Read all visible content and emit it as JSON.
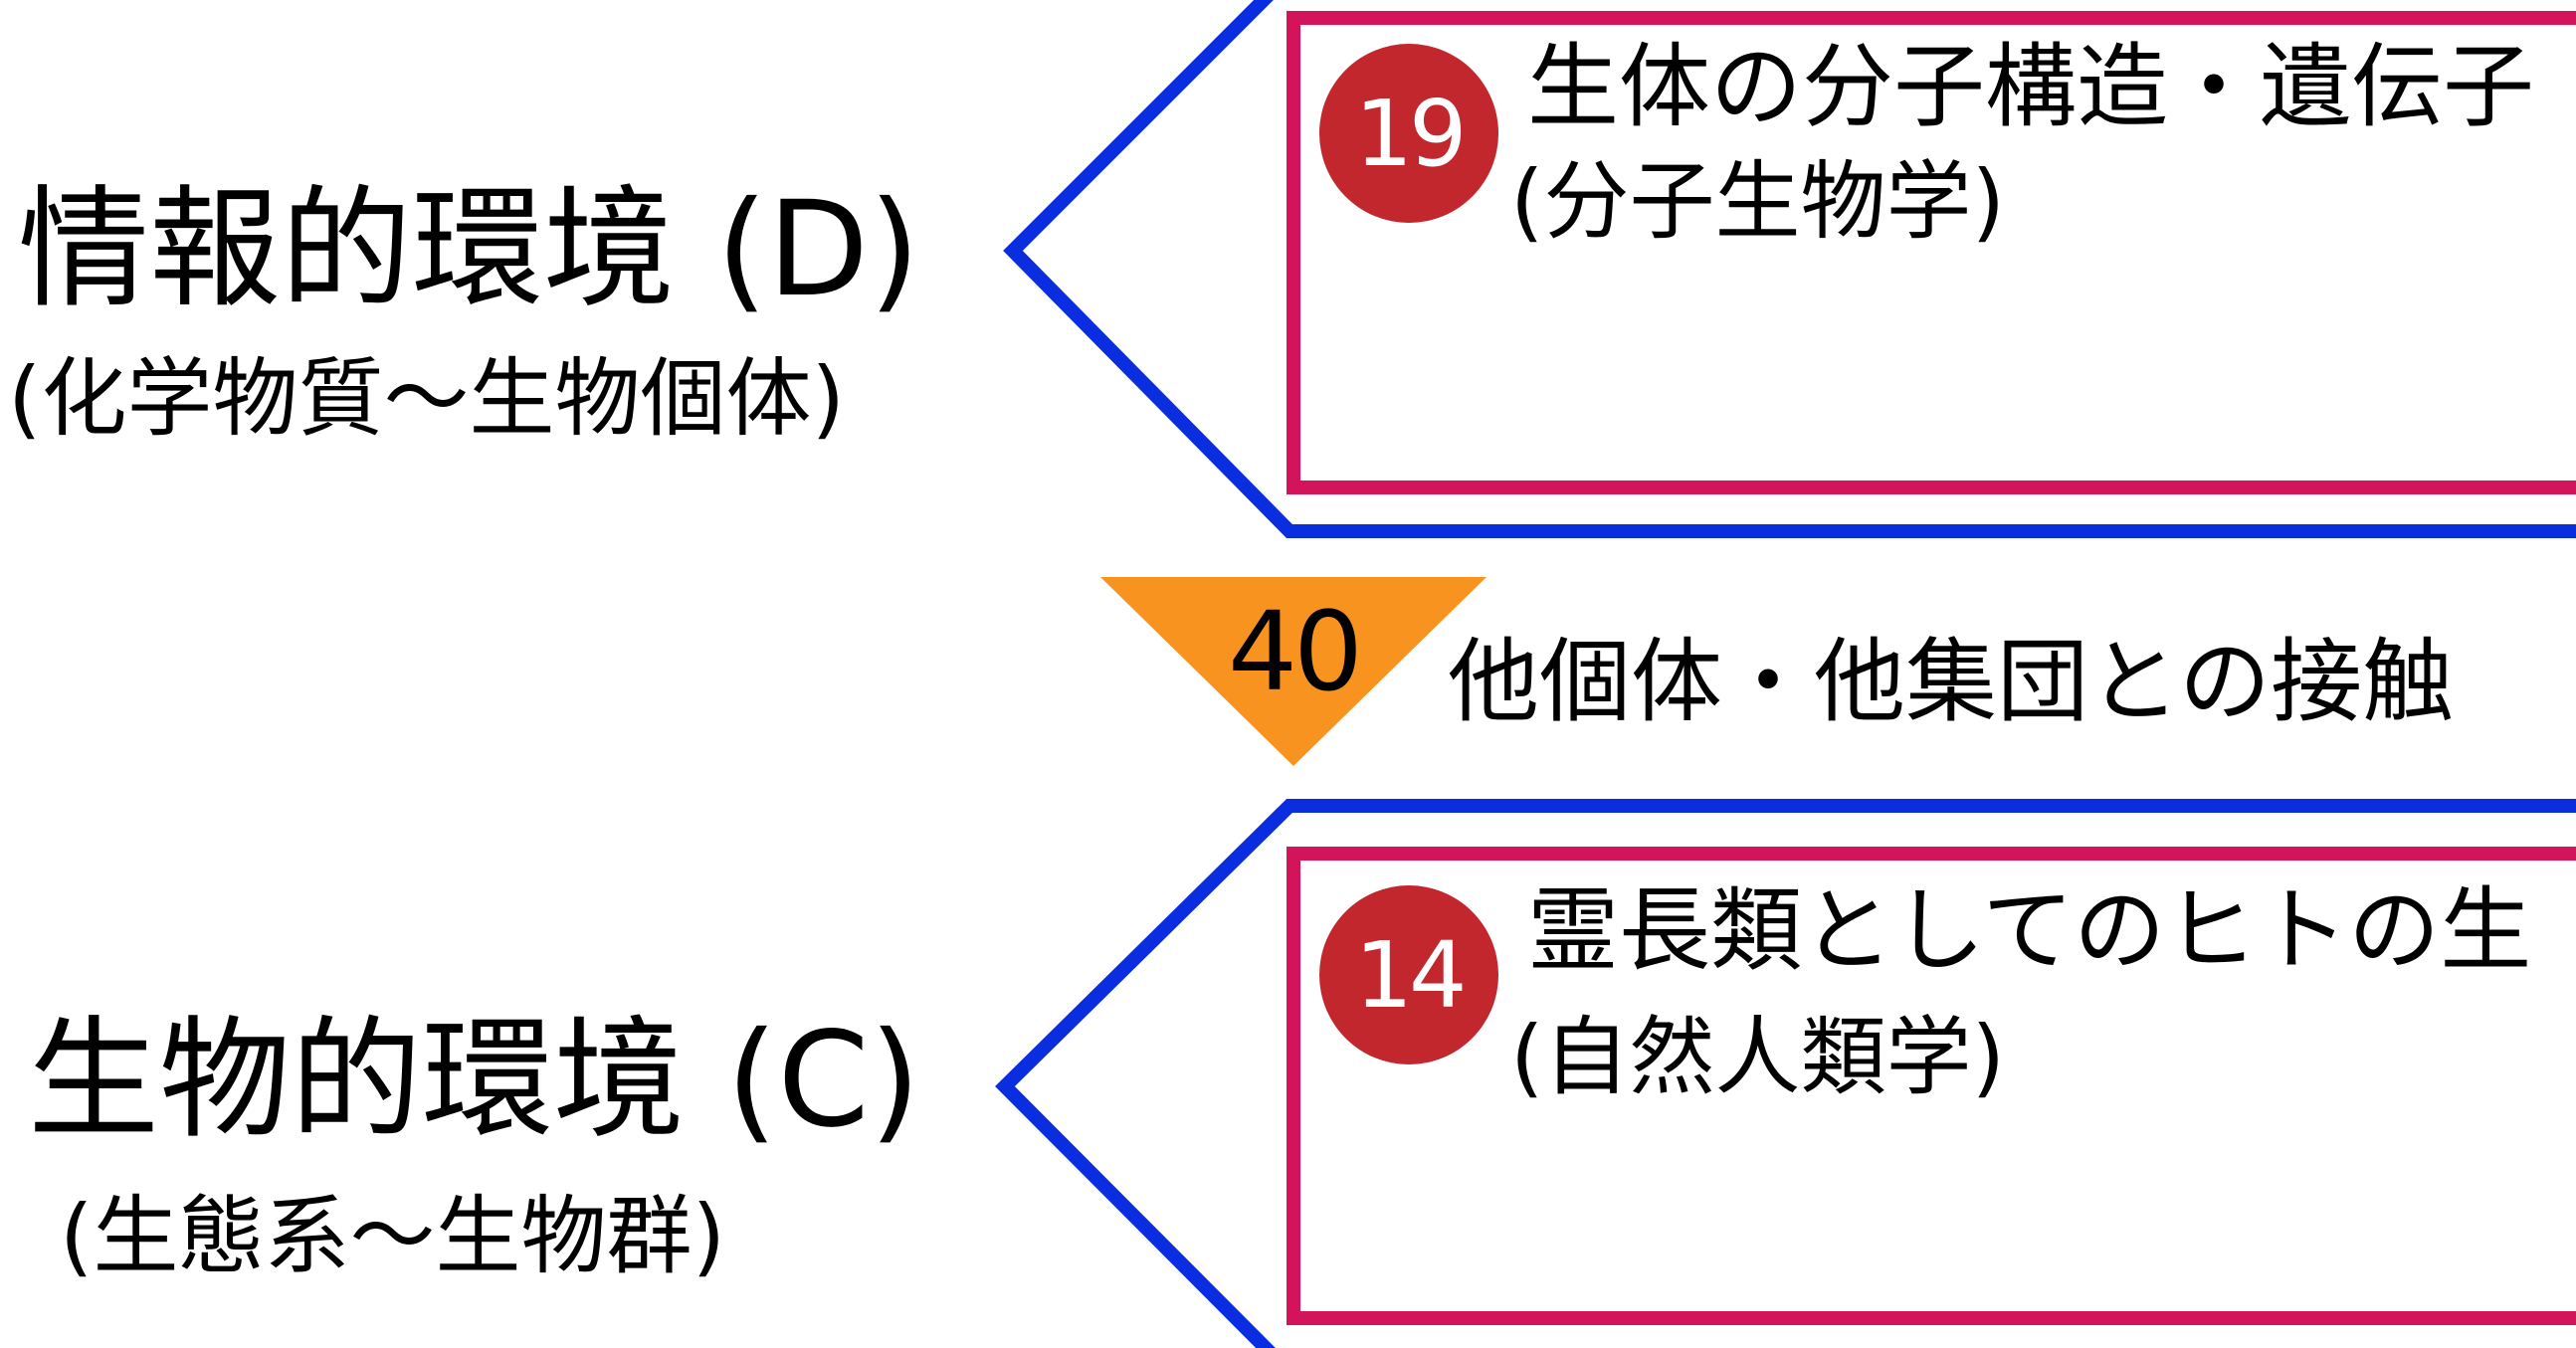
{
  "colors": {
    "bracket": "#0a2de0",
    "box_border": "#d4145a",
    "badge_fill": "#c1272d",
    "triangle_fill": "#f7931e"
  },
  "env_d": {
    "title": "情報的環境 (D)",
    "subtitle": "(化学物質〜生物個体)"
  },
  "env_c": {
    "title": "生物的環境 (C)",
    "subtitle": "(生態系〜生物群)"
  },
  "box_19": {
    "number": "19",
    "title": "生体の分子構造・遺伝子",
    "subtitle": "(分子生物学)"
  },
  "box_14": {
    "number": "14",
    "title": "霊長類としてのヒトの生",
    "subtitle": "(自然人類学)"
  },
  "contact": {
    "number": "40",
    "label": "他個体・他集団との接触"
  }
}
